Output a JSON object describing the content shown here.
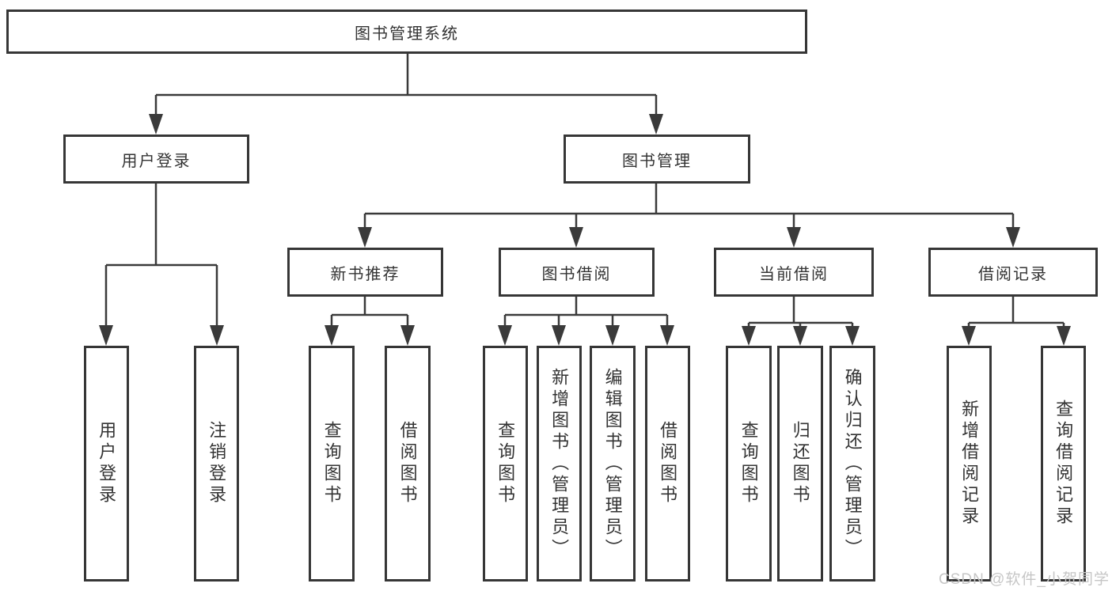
{
  "tree": {
    "root": {
      "label": "图书管理系统"
    },
    "branches": [
      {
        "label": "用户登录",
        "children": [
          {
            "label": "用户登录"
          },
          {
            "label": "注销登录"
          }
        ]
      },
      {
        "label": "图书管理",
        "children": [
          {
            "label": "新书推荐",
            "children": [
              {
                "label": "查询图书"
              },
              {
                "label": "借阅图书"
              }
            ]
          },
          {
            "label": "图书借阅",
            "children": [
              {
                "label": "查询图书"
              },
              {
                "label": "新增图书（管理员）"
              },
              {
                "label": "编辑图书（管理员）"
              },
              {
                "label": "借阅图书"
              }
            ]
          },
          {
            "label": "当前借阅",
            "children": [
              {
                "label": "查询图书"
              },
              {
                "label": "归还图书"
              },
              {
                "label": "确认归还（管理员）"
              }
            ]
          },
          {
            "label": "借阅记录",
            "children": [
              {
                "label": "新增借阅记录"
              },
              {
                "label": "查询借阅记录"
              }
            ]
          }
        ]
      }
    ]
  },
  "watermark": {
    "text": "CSDN @软件_小贺同学"
  },
  "colors": {
    "line": "#3a3a3a",
    "box_border": "#363636",
    "text": "#333333",
    "watermark": "#c6c6c6",
    "background": "#ffffff"
  }
}
